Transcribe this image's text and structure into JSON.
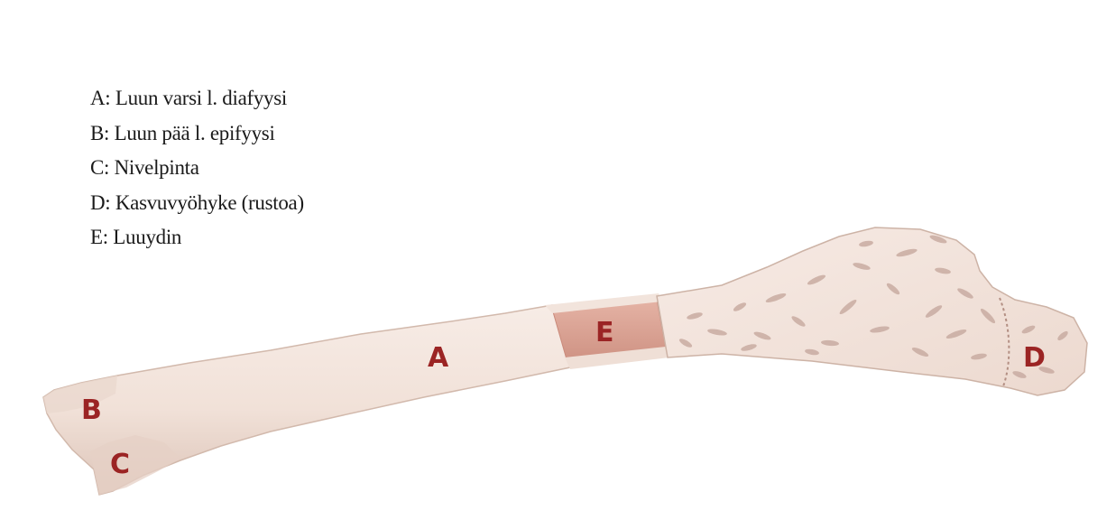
{
  "legend": {
    "items": [
      "A: Luun varsi l. diafyysi",
      "B: Luun pää l. epifyysi",
      "C: Nivelpinta",
      "D: Kasvuvyöhyke (rustoa)",
      "E: Luuydin"
    ]
  },
  "markers": {
    "a": "A",
    "b": "B",
    "c": "C",
    "d": "D",
    "e": "E"
  },
  "colors": {
    "bone": "#f3e4dc",
    "bone_shadow": "#d9c3b8",
    "marrow": "#d9a192",
    "spongy_pores": "#c9aca2",
    "marker_text": "#9b2424"
  }
}
